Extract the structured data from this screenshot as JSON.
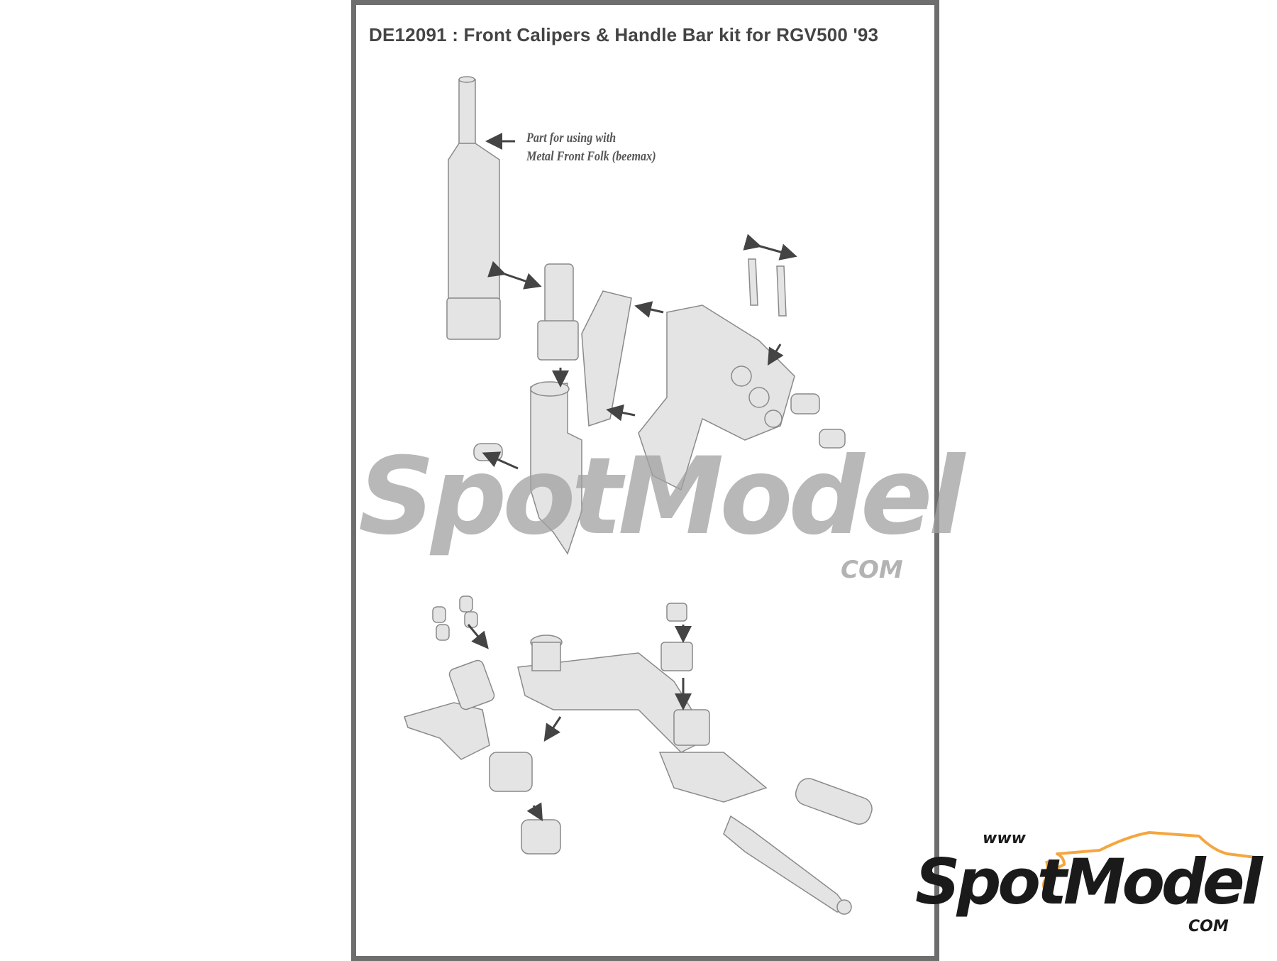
{
  "title": "DE12091 : Front Calipers & Handle Bar kit for RGV500 '93",
  "annotation": {
    "line1": "Part for using with",
    "line2": "Metal Front Folk (beemax)"
  },
  "watermark": {
    "main": "SpotModel",
    "com": "COM"
  },
  "logo": {
    "www": "www",
    "main": "SpotModel",
    "com": "COM",
    "accent_color": "#f4a640",
    "text_color": "#1a1a1a"
  },
  "colors": {
    "frame": "#6e6e6e",
    "part_fill": "#e4e4e4",
    "part_stroke": "#8a8a8a",
    "arrow": "#444444"
  }
}
